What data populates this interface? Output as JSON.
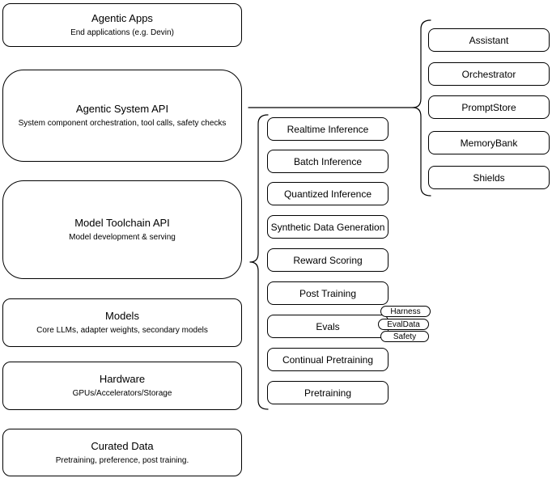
{
  "diagram": {
    "left_stack": [
      {
        "title": "Agentic Apps",
        "subtitle": "End applications (e.g. Devin)"
      },
      {
        "title": "Agentic System API",
        "subtitle": "System component orchestration, tool calls, safety checks"
      },
      {
        "title": "Model Toolchain API",
        "subtitle": "Model development & serving"
      },
      {
        "title": "Models",
        "subtitle": "Core LLMs, adapter weights, secondary models"
      },
      {
        "title": "Hardware",
        "subtitle": "GPUs/Accelerators/Storage"
      },
      {
        "title": "Curated Data",
        "subtitle": "Pretraining, preference, post training."
      }
    ],
    "toolchain_items": [
      "Realtime Inference",
      "Batch Inference",
      "Quantized Inference",
      "Synthetic Data Generation",
      "Reward Scoring",
      "Post Training",
      "Evals",
      "Continual Pretraining",
      "Pretraining"
    ],
    "evals_tags": [
      "Harness",
      "EvalData",
      "Safety"
    ],
    "system_components": [
      "Assistant",
      "Orchestrator",
      "PromptStore",
      "MemoryBank",
      "Shields"
    ],
    "colors": {
      "stroke": "#000000",
      "fill": "#ffffff",
      "background": "#ffffff"
    }
  }
}
